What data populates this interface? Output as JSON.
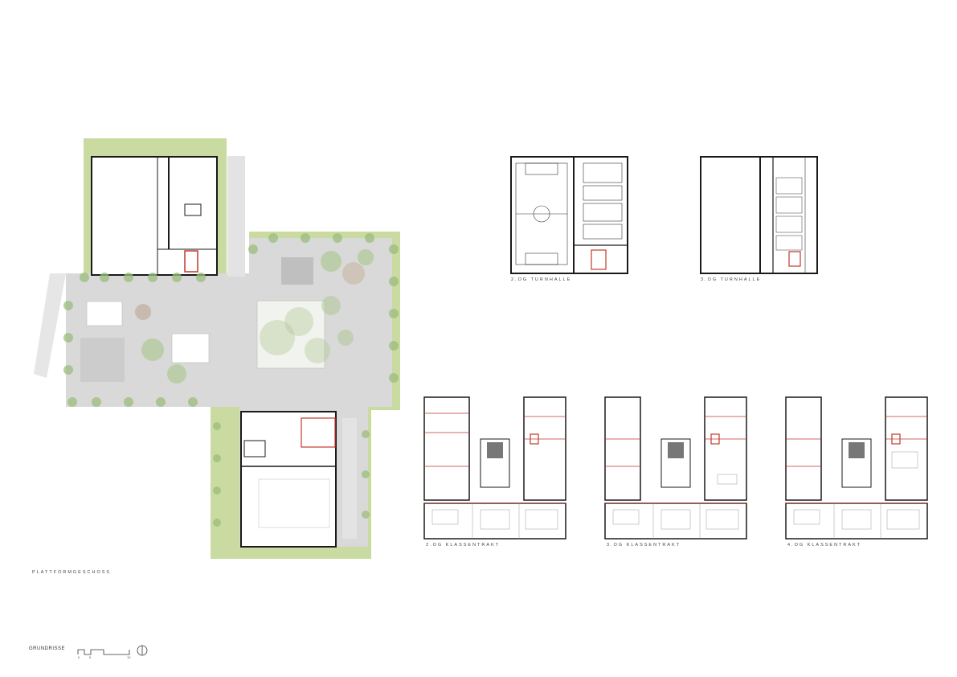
{
  "site_plan": {
    "caption": "PLATTFORMGESCHOSS"
  },
  "turnhalle": {
    "plan_1": {
      "caption": "2.OG TURNHALLE"
    },
    "plan_2": {
      "caption": "3.OG TURNHALLE"
    }
  },
  "klassentrakt": {
    "plan_1": {
      "caption": "2.OG KLASSENTRAKT"
    },
    "plan_2": {
      "caption": "3.OG KLASSENTRAKT"
    },
    "plan_3": {
      "caption": "4.OG KLASSENTRAKT"
    }
  },
  "legend": {
    "title": "GRUNDRISSE",
    "scale_labels": [
      "0",
      "5",
      "10"
    ],
    "north_icon": "north-arrow-icon"
  },
  "colors": {
    "wall": "#1a1a1a",
    "fire_wall": "#c0392b",
    "green": "#c9dba0",
    "paving": "#d9d9d9",
    "tree": "#a9c48a",
    "grid": "#bbbbbb"
  }
}
